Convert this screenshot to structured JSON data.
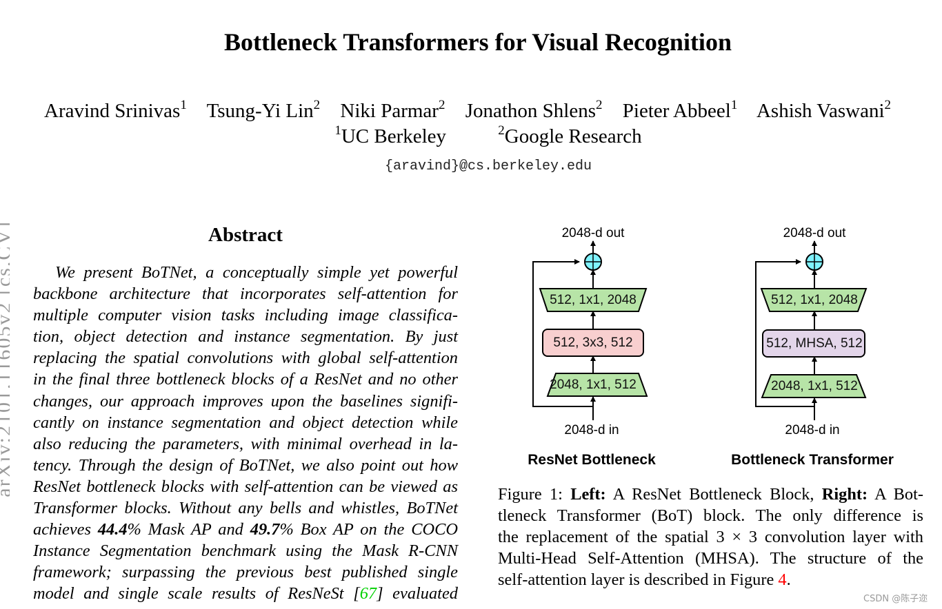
{
  "margin_stamp": "arXiv:2101.11605v2 [cs.CV]",
  "paper": {
    "title": "Bottleneck Transformers for Visual Recognition",
    "authors": [
      {
        "name": "Aravind Srinivas",
        "affil": "1"
      },
      {
        "name": "Tsung-Yi Lin",
        "affil": "2"
      },
      {
        "name": "Niki Parmar",
        "affil": "2"
      },
      {
        "name": "Jonathon Shlens",
        "affil": "2"
      },
      {
        "name": "Pieter Abbeel",
        "affil": "1"
      },
      {
        "name": "Ashish Vaswani",
        "affil": "2"
      }
    ],
    "affiliations": [
      {
        "num": "1",
        "name": "UC Berkeley"
      },
      {
        "num": "2",
        "name": "Google Research"
      }
    ],
    "email": "{aravind}@cs.berkeley.edu"
  },
  "abstract": {
    "heading": "Abstract",
    "lines": [
      "We present BoTNet, a conceptually simple yet powerful",
      "backbone architecture that incorporates self-attention for",
      "multiple computer vision tasks including image classifica-",
      "tion, object detection and instance segmentation.  By just",
      "replacing the spatial convolutions with global self-attention",
      "in the final three bottleneck blocks of a ResNet and no other",
      "changes, our approach improves upon the baselines signifi-",
      "cantly on instance segmentation and object detection while",
      "also reducing the parameters, with minimal overhead in la-",
      "tency. Through the design of BoTNet, we also point out how",
      "ResNet bottleneck blocks with self-attention can be viewed as",
      "Transformer blocks. Without any bells and whistles, BoTNet"
    ],
    "line13": {
      "pre": "achieves ",
      "mask_ap": "44.4",
      "mid": "% Mask AP and ",
      "box_ap": "49.7",
      "post": "% Box AP on the COCO"
    },
    "line14": "Instance Segmentation benchmark using the Mask R-CNN",
    "line15": "framework; surpassing the previous best published single",
    "line16": {
      "pre": "model and single scale results of ResNeSt [",
      "cite": "67",
      "post": "] evaluated"
    }
  },
  "figure": {
    "left": {
      "title": "ResNet Bottleneck",
      "out_label": "2048-d out",
      "in_label": "2048-d in",
      "top_block": "512, 1x1, 2048",
      "mid_block": "512, 3x3, 512",
      "bottom_block": "2048, 1x1, 512"
    },
    "right": {
      "title": "Bottleneck Transformer",
      "out_label": "2048-d out",
      "in_label": "2048-d in",
      "top_block": "512, 1x1, 2048",
      "mid_block": "512, MHSA, 512",
      "bottom_block": "2048, 1x1, 512"
    },
    "colors": {
      "conv1x1": "#b7e4a7",
      "conv3x3": "#f8cfcf",
      "mhsa": "#e3d5ea",
      "add_node": "#7ff3ff"
    },
    "caption": {
      "label": "Figure 1: ",
      "left_bold": "Left:",
      "left_text": " A ResNet Bottleneck Block, ",
      "right_bold": "Right:",
      "right_text": " A Bot-",
      "line2": "tleneck Transformer (BoT) block.  The only difference is",
      "line3": "the replacement of the spatial 3 × 3 convolution layer with",
      "line4": "Multi-Head Self-Attention (MHSA). The structure of the",
      "line5_pre": "self-attention layer is described in Figure ",
      "line5_ref": "4",
      "line5_post": "."
    }
  },
  "watermark": "CSDN @陈子迩"
}
